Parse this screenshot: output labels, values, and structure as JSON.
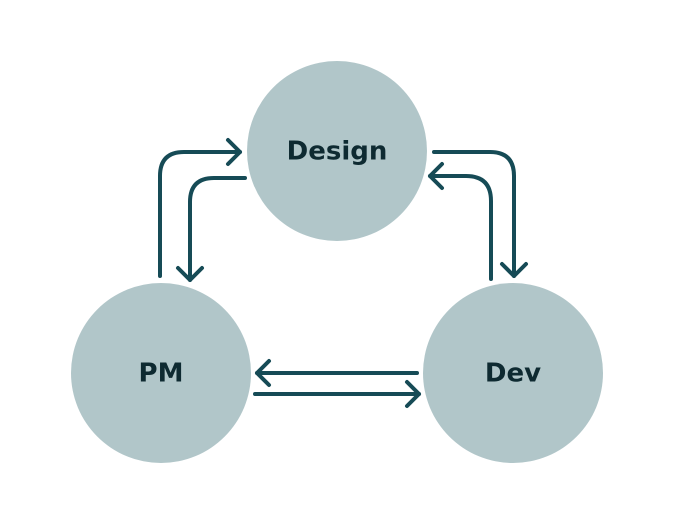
{
  "colors": {
    "node_fill": "#b1c6c9",
    "arrow": "#164b56",
    "label": "#0e2a31",
    "background": "#ffffff"
  },
  "nodes": {
    "design": {
      "label": "Design"
    },
    "pm": {
      "label": "PM"
    },
    "dev": {
      "label": "Dev"
    }
  },
  "edges": [
    {
      "from": "pm",
      "to": "design"
    },
    {
      "from": "design",
      "to": "pm"
    },
    {
      "from": "design",
      "to": "dev"
    },
    {
      "from": "dev",
      "to": "design"
    },
    {
      "from": "dev",
      "to": "pm"
    },
    {
      "from": "pm",
      "to": "dev"
    }
  ]
}
